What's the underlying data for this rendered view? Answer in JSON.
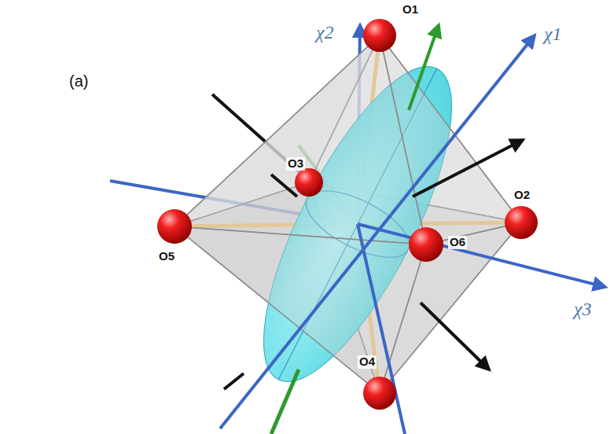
{
  "diagram": {
    "labels": [
      "(a)",
      "χ1",
      "χ2",
      "χ3",
      "O1",
      "O2",
      "O3",
      "O4",
      "O5",
      "O6"
    ]
  }
}
